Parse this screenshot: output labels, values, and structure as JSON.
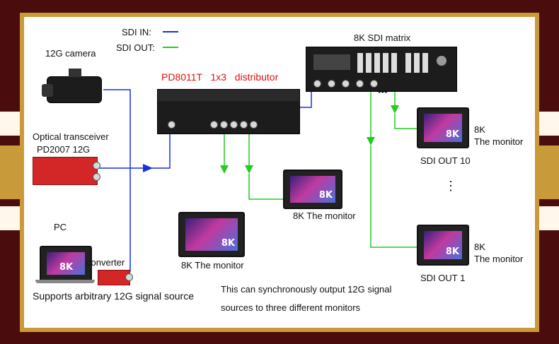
{
  "legend": {
    "in_label": "SDI IN:",
    "out_label": "SDI OUT:",
    "in_color": "#1530e0",
    "out_color": "#22cc22"
  },
  "labels": {
    "camera": "12G camera",
    "distributor": "PD8011T   1x3   distributor",
    "matrix": "8K SDI  matrix",
    "optical1": "Optical transceiver",
    "optical2": "PD2007 12G",
    "pc": "PC",
    "converter": "converter",
    "arbitrary": "Supports arbitrary 12G signal source",
    "mon_center": "8K The monitor",
    "mon_left": "8K The monitor",
    "right_8k_top": "8K",
    "right_mon_top": "The monitor",
    "out10": "SDI OUT 10",
    "dots": "⋮",
    "right_8k_bottom": "8K",
    "right_mon_bottom": "The monitor",
    "out1": "SDI OUT 1",
    "sync1": "This can synchronously output 12G signal",
    "sync2": "sources to three different monitors"
  },
  "screen_tags": {
    "monitor": "8K",
    "laptop": "8K"
  },
  "colors": {
    "background": "#4a0c0c",
    "frame": "#c99a3a",
    "stripe": "#8b1a1a",
    "device": "#1c1c1c",
    "accent_red": "#e01010"
  }
}
